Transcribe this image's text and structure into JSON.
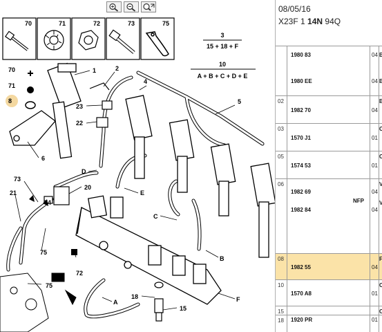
{
  "toolbar": {
    "zoom_in_icon": "zoom-in-icon",
    "zoom_out_icon": "zoom-out-icon",
    "zoom_reset_icon": "zoom-reset-icon"
  },
  "diagram": {
    "legend_top": {
      "items": [
        "70",
        "71",
        "72",
        "73",
        "75"
      ]
    },
    "formula1": {
      "num": "3",
      "den": "15 + 18 + F"
    },
    "formula2": {
      "num": "10",
      "den": "A + B + C + D + E"
    },
    "callouts": [
      "70",
      "71",
      "8",
      "1",
      "2",
      "23",
      "22",
      "6",
      "5",
      "4",
      "D",
      "E",
      "20",
      "73",
      "21",
      "74",
      "75",
      "72",
      "C",
      "B",
      "18",
      "F",
      "15",
      "A"
    ]
  },
  "panel": {
    "date": "08/05/16",
    "model_prefix": "X23F 1",
    "model_bold": "14N",
    "model_suffix": "94Q",
    "rows": [
      {
        "num": "",
        "parts": [
          "1980 83",
          "1980 EE"
        ],
        "qty": [
          "04",
          "04"
        ],
        "edge": [
          "B",
          "B"
        ]
      },
      {
        "num": "02",
        "parts": [
          "1982 70"
        ],
        "qty": [
          "04"
        ],
        "edge": [
          "B"
        ]
      },
      {
        "num": "03",
        "parts": [
          "1570 J1"
        ],
        "qty": [
          "01"
        ],
        "edge": [
          "C"
        ]
      },
      {
        "num": "05",
        "parts": [
          "1574 53"
        ],
        "qty": [
          "01"
        ],
        "edge": [
          "C"
        ]
      },
      {
        "num": "06",
        "parts": [
          "1982 69",
          "1982 84"
        ],
        "qty": [
          "04",
          "04"
        ],
        "edge": [
          "V",
          "V"
        ],
        "nfp": "NFP"
      },
      {
        "num": "08",
        "parts": [
          "1982 55"
        ],
        "qty": [
          "04"
        ],
        "edge": [
          "F"
        ],
        "selected": true
      },
      {
        "num": "10",
        "parts": [
          "1570 A8"
        ],
        "qty": [
          "01"
        ],
        "edge": [
          "C"
        ]
      },
      {
        "num": "15",
        "parts": [
          "1920 PR"
        ],
        "qty": [
          "01"
        ],
        "edge": [
          "C"
        ]
      },
      {
        "num": "18",
        "parts": [
          ""
        ],
        "qty": [
          ""
        ],
        "edge": [
          ""
        ]
      }
    ]
  }
}
